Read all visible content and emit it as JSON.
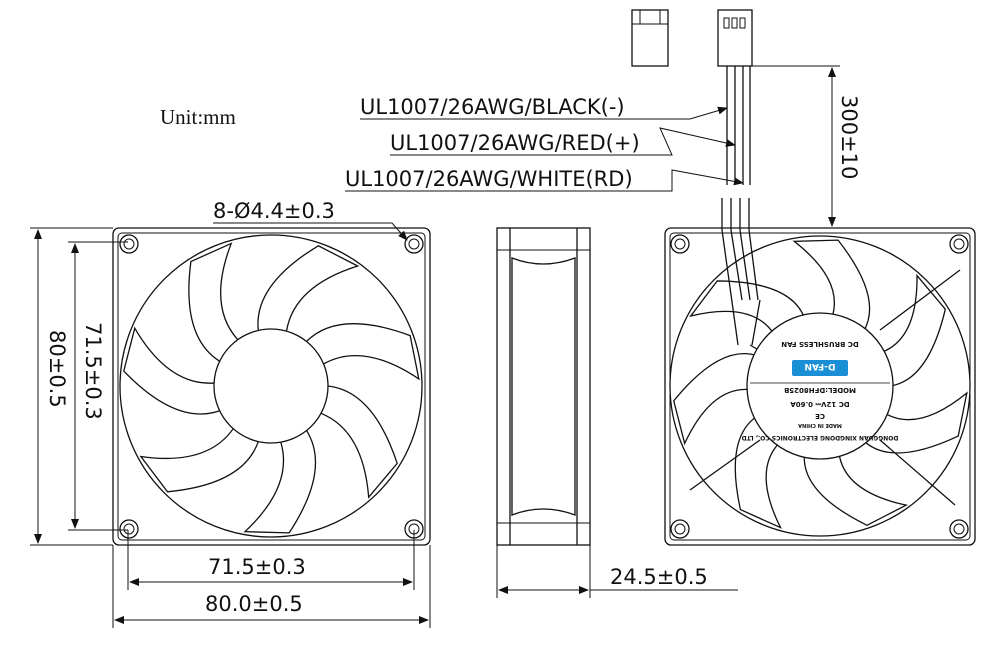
{
  "drawing": {
    "unit_label": "Unit:mm",
    "wires": {
      "black": "UL1007/26AWG/BLACK(-)",
      "red": "UL1007/26AWG/RED(+)",
      "white": "UL1007/26AWG/WHITE(RD)"
    },
    "dimensions": {
      "holes": "8-Ø4.4±0.3",
      "height_outer": "80±0.5",
      "height_inner": "71.5±0.3",
      "width_inner": "71.5±0.3",
      "width_outer": "80.0±0.5",
      "depth": "24.5±0.5",
      "lead_length": "300±10"
    },
    "fan_label": {
      "manufacturer": "DONGGUAN XINGDONG ELECTRONICS CO., LTD",
      "origin": "MADE IN CHINA",
      "mark": "CE",
      "rating": "DC 12V⎓ 0.60A",
      "model": "MODEL:DFH8025B",
      "brand": "D-FAN",
      "type": "DC BRUSHLESS FAN",
      "brand_color": "#1a8fd6"
    }
  }
}
